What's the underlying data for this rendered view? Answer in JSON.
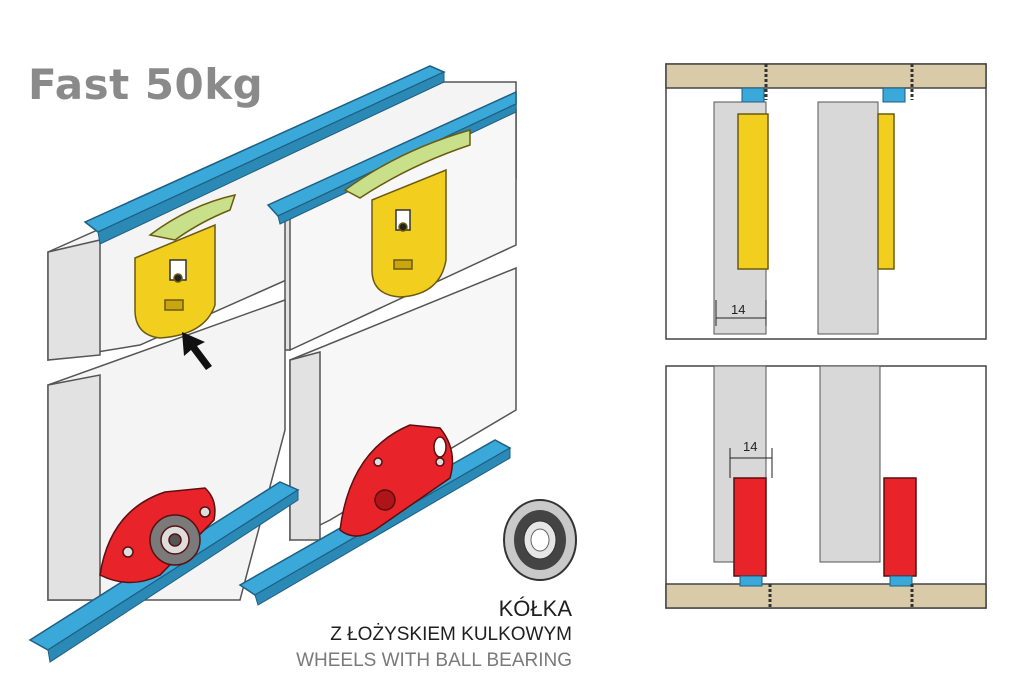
{
  "title": "Fast 50kg",
  "caption": {
    "line1": "KÓŁKA",
    "line2": "Z ŁOŻYSKIEM KULKOWYM",
    "line3": "WHEELS WITH BALL BEARING"
  },
  "dimensions": {
    "top_panel_gap": "14",
    "bottom_panel_gap": "14"
  },
  "colors": {
    "rail": "#3aa8d8",
    "hanger": "#f2cf1f",
    "wheel": "#e8232a",
    "wood": "#d9cba8"
  }
}
